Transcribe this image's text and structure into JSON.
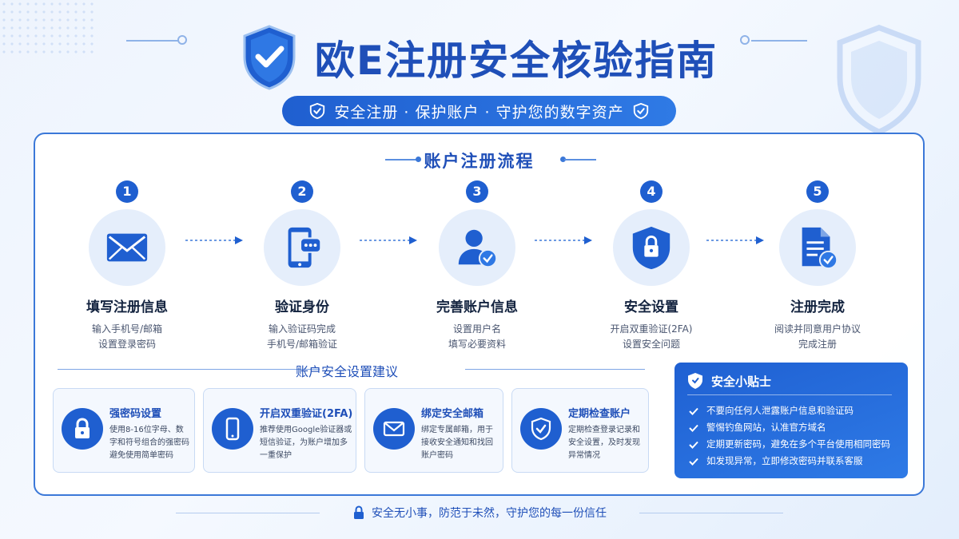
{
  "header": {
    "title": "欧E注册安全核验指南",
    "subtitle": "安全注册 · 保护账户 · 守护您的数字资产"
  },
  "flow": {
    "title": "账户注册流程",
    "steps": [
      {
        "num": "1",
        "title": "填写注册信息",
        "desc1": "输入手机号/邮箱",
        "desc2": "设置登录密码",
        "icon": "envelope-icon"
      },
      {
        "num": "2",
        "title": "验证身份",
        "desc1": "输入验证码完成",
        "desc2": "手机号/邮箱验证",
        "icon": "phone-message-icon"
      },
      {
        "num": "3",
        "title": "完善账户信息",
        "desc1": "设置用户名",
        "desc2": "填写必要资料",
        "icon": "user-check-icon"
      },
      {
        "num": "4",
        "title": "安全设置",
        "desc1": "开启双重验证(2FA)",
        "desc2": "设置安全问题",
        "icon": "shield-lock-icon"
      },
      {
        "num": "5",
        "title": "注册完成",
        "desc1": "阅读并同意用户协议",
        "desc2": "完成注册",
        "icon": "document-check-icon"
      }
    ]
  },
  "suggestions": {
    "title": "账户安全设置建议",
    "items": [
      {
        "title": "强密码设置",
        "desc": "使用8-16位字母、数字和符号组合的强密码避免使用简单密码",
        "icon": "lock-icon"
      },
      {
        "title": "开启双重验证(2FA)",
        "desc": "推荐使用Google验证器或短信验证，为账户增加多一重保护",
        "icon": "phone-icon"
      },
      {
        "title": "绑定安全邮箱",
        "desc": "绑定专属邮箱，用于接收安全通知和找回账户密码",
        "icon": "envelope-icon"
      },
      {
        "title": "定期检查账户",
        "desc": "定期检查登录记录和安全设置，及时发现异常情况",
        "icon": "shield-check-icon"
      }
    ]
  },
  "tips": {
    "title": "安全小贴士",
    "items": [
      "不要向任何人泄露账户信息和验证码",
      "警惕钓鱼网站，认准官方域名",
      "定期更新密码，避免在多个平台使用相同密码",
      "如发现异常，立即修改密码并联系客服"
    ]
  },
  "footer": {
    "text": "安全无小事，防范于未然，守护您的每一份信任"
  },
  "colors": {
    "primary": "#1f5fd0",
    "title": "#1f4fb8",
    "light_circle": "#e5eefb"
  }
}
